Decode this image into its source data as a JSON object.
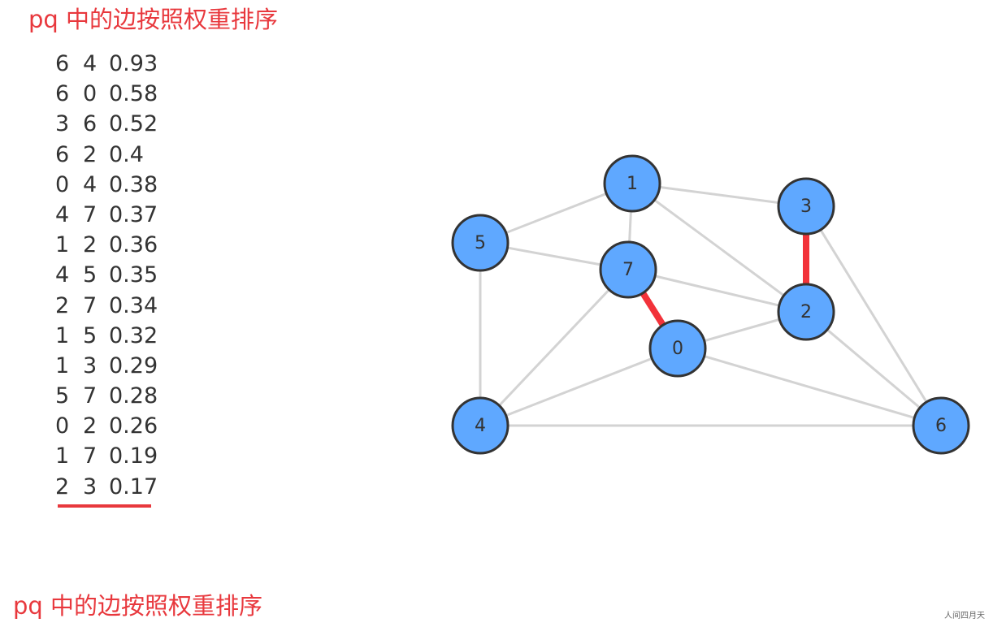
{
  "title": "pq 中的边按照权重排序",
  "caption": "pq 中的边按照权重排序",
  "watermark": "人间四月天",
  "colors": {
    "title": "#e8383d",
    "node_fill": "#5fa8ff",
    "node_stroke": "#333333",
    "edge": "#d3d3d3",
    "highlight_edge": "#f2323a"
  },
  "edges_sorted": [
    {
      "v": "6",
      "w": "4",
      "weight": "0.93"
    },
    {
      "v": "6",
      "w": "0",
      "weight": "0.58"
    },
    {
      "v": "3",
      "w": "6",
      "weight": "0.52"
    },
    {
      "v": "6",
      "w": "2",
      "weight": "0.4"
    },
    {
      "v": "0",
      "w": "4",
      "weight": "0.38"
    },
    {
      "v": "4",
      "w": "7",
      "weight": "0.37"
    },
    {
      "v": "1",
      "w": "2",
      "weight": "0.36"
    },
    {
      "v": "4",
      "w": "5",
      "weight": "0.35"
    },
    {
      "v": "2",
      "w": "7",
      "weight": "0.34"
    },
    {
      "v": "1",
      "w": "5",
      "weight": "0.32"
    },
    {
      "v": "1",
      "w": "3",
      "weight": "0.29"
    },
    {
      "v": "5",
      "w": "7",
      "weight": "0.28"
    },
    {
      "v": "0",
      "w": "2",
      "weight": "0.26"
    },
    {
      "v": "1",
      "w": "7",
      "weight": "0.19"
    },
    {
      "v": "2",
      "w": "3",
      "weight": "0.17"
    }
  ],
  "current_edge_index": 14,
  "graph": {
    "nodes": [
      "0",
      "1",
      "2",
      "3",
      "4",
      "5",
      "6",
      "7"
    ],
    "edges": [
      {
        "from": "1",
        "to": "5",
        "highlight": false
      },
      {
        "from": "1",
        "to": "3",
        "highlight": false
      },
      {
        "from": "1",
        "to": "7",
        "highlight": false
      },
      {
        "from": "1",
        "to": "2",
        "highlight": false
      },
      {
        "from": "5",
        "to": "7",
        "highlight": false
      },
      {
        "from": "5",
        "to": "4",
        "highlight": false
      },
      {
        "from": "7",
        "to": "2",
        "highlight": false
      },
      {
        "from": "7",
        "to": "4",
        "highlight": false
      },
      {
        "from": "0",
        "to": "4",
        "highlight": false
      },
      {
        "from": "0",
        "to": "2",
        "highlight": false
      },
      {
        "from": "0",
        "to": "6",
        "highlight": false
      },
      {
        "from": "3",
        "to": "6",
        "highlight": false
      },
      {
        "from": "2",
        "to": "6",
        "highlight": false
      },
      {
        "from": "4",
        "to": "6",
        "highlight": false
      },
      {
        "from": "7",
        "to": "0",
        "highlight": true
      },
      {
        "from": "3",
        "to": "2",
        "highlight": true
      }
    ]
  }
}
